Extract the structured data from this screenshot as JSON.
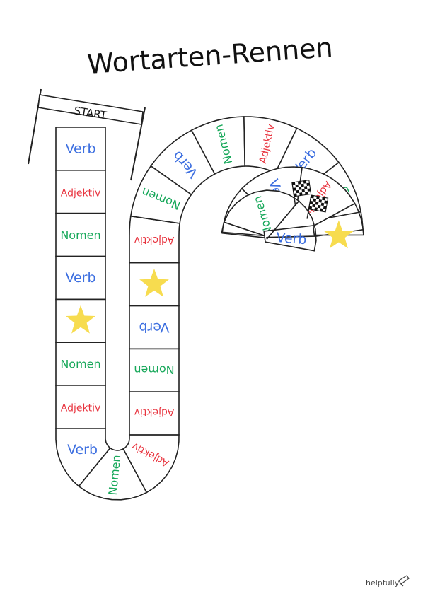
{
  "title": "Wortarten-Rennen",
  "start_label": "START",
  "brand": "helpfully",
  "colors": {
    "verb": "#3d6fe0",
    "adjektiv": "#e8343f",
    "nomen": "#17a85a",
    "star": "#f7dc4f",
    "outline": "#222222"
  },
  "words": {
    "verb": "Verb",
    "adjektiv": "Adjektiv",
    "nomen": "Nomen"
  },
  "board_sequence": [
    "verb",
    "adjektiv",
    "nomen",
    "verb",
    "star",
    "nomen",
    "adjektiv",
    "verb",
    "nomen",
    "adjektiv",
    "adjektiv",
    "nomen",
    "verb",
    "star",
    "adjektiv",
    "nomen",
    "verb",
    "nomen",
    "adjektiv",
    "verb",
    "nomen",
    "star",
    "adjektiv",
    "verb",
    "adjektiv",
    "nomen",
    "verb"
  ],
  "icons": {
    "finish": "checkered-flags-icon",
    "star": "star-icon",
    "start_banner": "start-banner-icon",
    "brand": "helpfully-logo-icon"
  }
}
